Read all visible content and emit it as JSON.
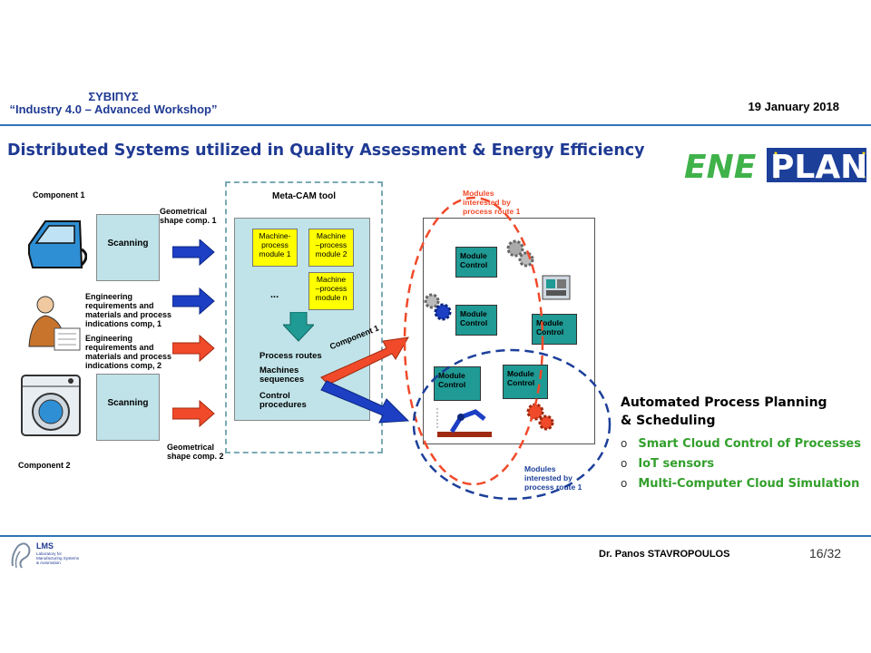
{
  "header": {
    "org": "ΣΥΒΙΠΥΣ",
    "workshop": "“Industry 4.0 – Advanced Workshop”",
    "date": "19 January  2018"
  },
  "title": "Distributed Systems utilized in Quality Assessment & Energy Efficiency",
  "logo": {
    "part1": "ENE",
    "part2": "PLAN"
  },
  "components": {
    "c1": "Component 1",
    "c2": "Component 2"
  },
  "left_labels": {
    "geom1": "Geometrical\nshape comp. 1",
    "geom2": "Geometrical\nshape comp. 2",
    "eng1": "Engineering\nrequirements and\nmaterials and process\nindications comp, 1",
    "eng2": "Engineering\nrequirements and\nmaterials and process\nindications comp, 2",
    "scan1": "Scanning",
    "scan2": "Scanning"
  },
  "metacam": {
    "title": "Meta-CAM tool",
    "modules": [
      "Machine-\nprocess\nmodule 1",
      "Machine\n–process\nmodule 2",
      "Machine\n–process\nmodule n"
    ],
    "ellipsis": "...",
    "outputs": [
      "Process routes",
      "Machines\nsequences",
      "Control\nprocedures"
    ]
  },
  "arrow_label": "Component 1",
  "factory": {
    "modules_route1": "Modules\ninterested by\nprocess route 1",
    "modules_route2": "Modules\ninterested by\nprocess route 1",
    "control_label": "Module\nControl"
  },
  "right_panel": {
    "heading1": "Automated Process Planning",
    "heading2": "& Scheduling",
    "bullets": [
      "Smart Cloud Control of Processes",
      "IoT sensors",
      "Multi-Computer Cloud Simulation"
    ]
  },
  "footer": {
    "lab": "LMS",
    "lab_sub": "Laboratory for\nManufacturing Systems\n& Automation",
    "author": "Dr. Panos STAVROPOULOS",
    "page": "16/32"
  },
  "colors": {
    "title_blue": "#1f3a93",
    "green": "#33a02c",
    "arrow_blue": "#1c3fc4",
    "arrow_red": "#f04a2a",
    "teal": "#1f9a94",
    "light_teal": "#bfe3e8",
    "module_yellow": "#ffff00"
  }
}
